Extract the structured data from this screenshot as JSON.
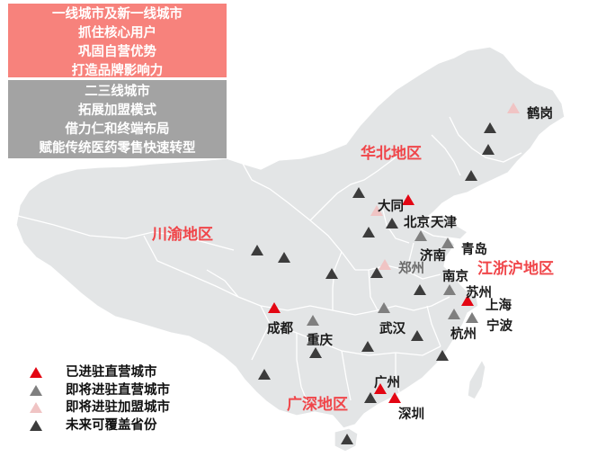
{
  "boxes": {
    "tier1": {
      "lines": [
        "一线城市及新一线城市",
        "抓住核心用户",
        "巩固自营优势",
        "打造品牌影响力"
      ],
      "color": "#f7827c"
    },
    "tier23": {
      "lines": [
        "二三线城市",
        "拓展加盟模式",
        "借力仁和终端布局",
        "赋能传统医药零售快速转型"
      ],
      "color": "#a3a3a3"
    }
  },
  "regions": {
    "huabei": "华北地区",
    "chuanyu": "川渝地区",
    "jiangzhehu": "江浙沪地区",
    "guangshen": "广深地区"
  },
  "cities": {
    "hegang": "鹤岗",
    "datong": "大同",
    "beijing": "北京",
    "tianjin": "天津",
    "jinan": "济南",
    "qingdao": "青岛",
    "zhengzhou": "郑州",
    "nanjing": "南京",
    "suzhou": "苏州",
    "shanghai": "上海",
    "chengdu": "成都",
    "chongqing": "重庆",
    "wuhan": "武汉",
    "hangzhou": "杭州",
    "ningbo": "宁波",
    "guangzhou": "广州",
    "shenzhen": "深圳"
  },
  "legend": [
    {
      "label": "已进驻直营城市",
      "color": "#e30613",
      "type": "red"
    },
    {
      "label": "即将进驻直营城市",
      "color": "#7f7f7f",
      "type": "gray"
    },
    {
      "label": "即将进驻加盟城市",
      "color": "#f0c4c4",
      "type": "pink"
    },
    {
      "label": "未来可覆盖省份",
      "color": "#3c3c3c",
      "type": "dark"
    }
  ],
  "colors": {
    "land": "#e3e5e6",
    "border": "#ffffff",
    "region_text": "#f0464a"
  }
}
